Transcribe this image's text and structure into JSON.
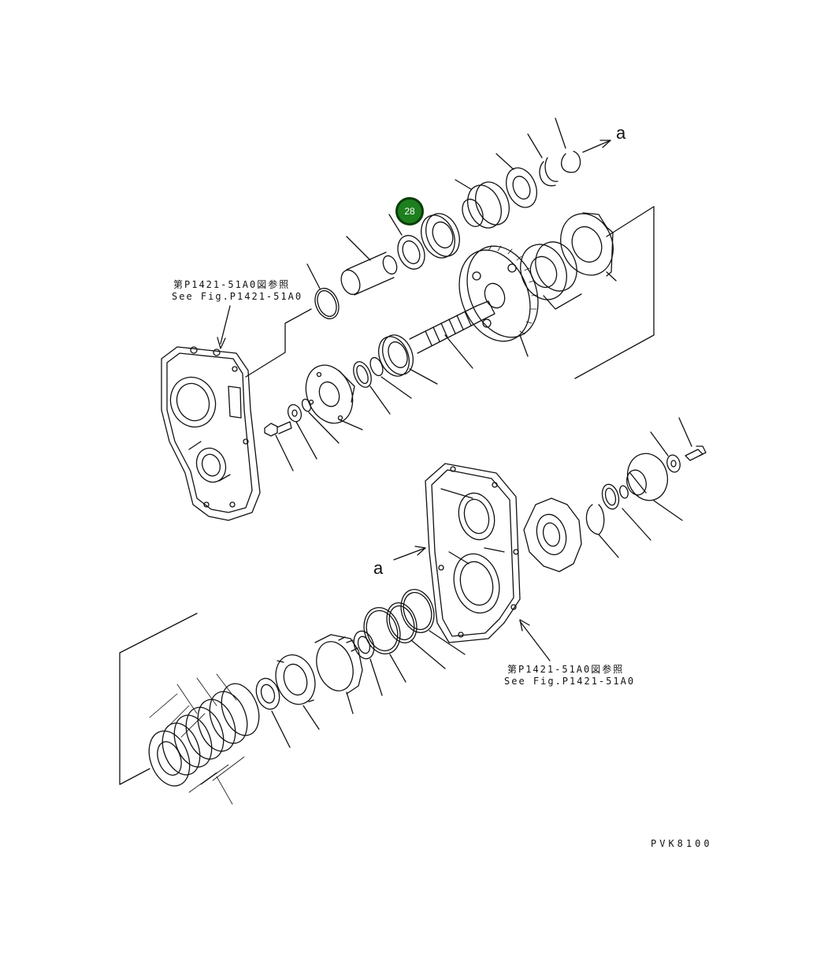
{
  "labels": {
    "ref_top_jp": "第P1421-51A0図参照",
    "ref_top_en": "See Fig.P1421-51A0",
    "ref_bottom_jp": "第P1421-51A0図参照",
    "ref_bottom_en": "See Fig.P1421-51A0",
    "arrow_a_top": "a",
    "arrow_a_mid": "a",
    "drawing_code": "PVK8100"
  },
  "callout": {
    "number": "28",
    "color": "#1d7f1d"
  }
}
